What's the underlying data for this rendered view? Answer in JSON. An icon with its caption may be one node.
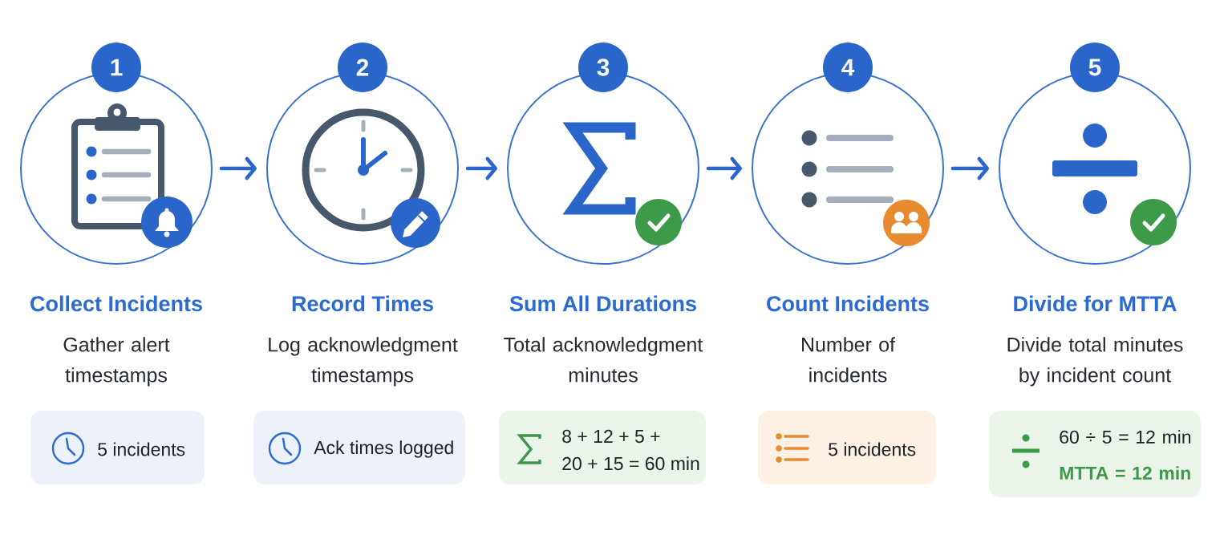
{
  "diagram": {
    "nodes": [
      {
        "text": [
          "1"
        ]
      },
      {
        "text": [],
        "shape": "circle",
        "beside": [
          "Collect Incidents",
          "Gather alert timestamps"
        ]
      },
      {
        "text": [
          "5 incidents"
        ]
      },
      {
        "text": [
          "2"
        ]
      },
      {
        "text": [],
        "shape": "circle",
        "beside": [
          "Record Times",
          "Log acknowledgment timestamps"
        ]
      },
      {
        "text": [
          "Ack times logged"
        ]
      },
      {
        "text": [
          "3"
        ]
      },
      {
        "text": [],
        "shape": "circle",
        "beside": [
          "Sum All Durations",
          "Total acknowledgment minutes"
        ]
      },
      {
        "text": [
          "8 + 12 + 5 + 20 + 15 = 60 min"
        ]
      },
      {
        "text": [
          "4"
        ]
      },
      {
        "text": [],
        "shape": "circle",
        "beside": [
          "Count Incidents",
          "Number of incidents"
        ]
      },
      {
        "text": [
          "5 incidents"
        ]
      },
      {
        "text": [
          "5"
        ]
      },
      {
        "text": [],
        "shape": "circle",
        "beside": [
          "Divide for MTTA",
          "Divide total minutes by incident count"
        ]
      },
      {
        "text": [
          "60 ÷ 5 = 12 min",
          "MTTA = 12 min"
        ]
      }
    ],
    "edges": [
      {
        "from": 1,
        "to": 4,
        "arrow": "to"
      },
      {
        "from": 4,
        "to": 7,
        "arrow": "to"
      },
      {
        "from": 7,
        "to": 10,
        "arrow": "to"
      },
      {
        "from": 10,
        "to": 13,
        "arrow": "to"
      }
    ]
  }
}
